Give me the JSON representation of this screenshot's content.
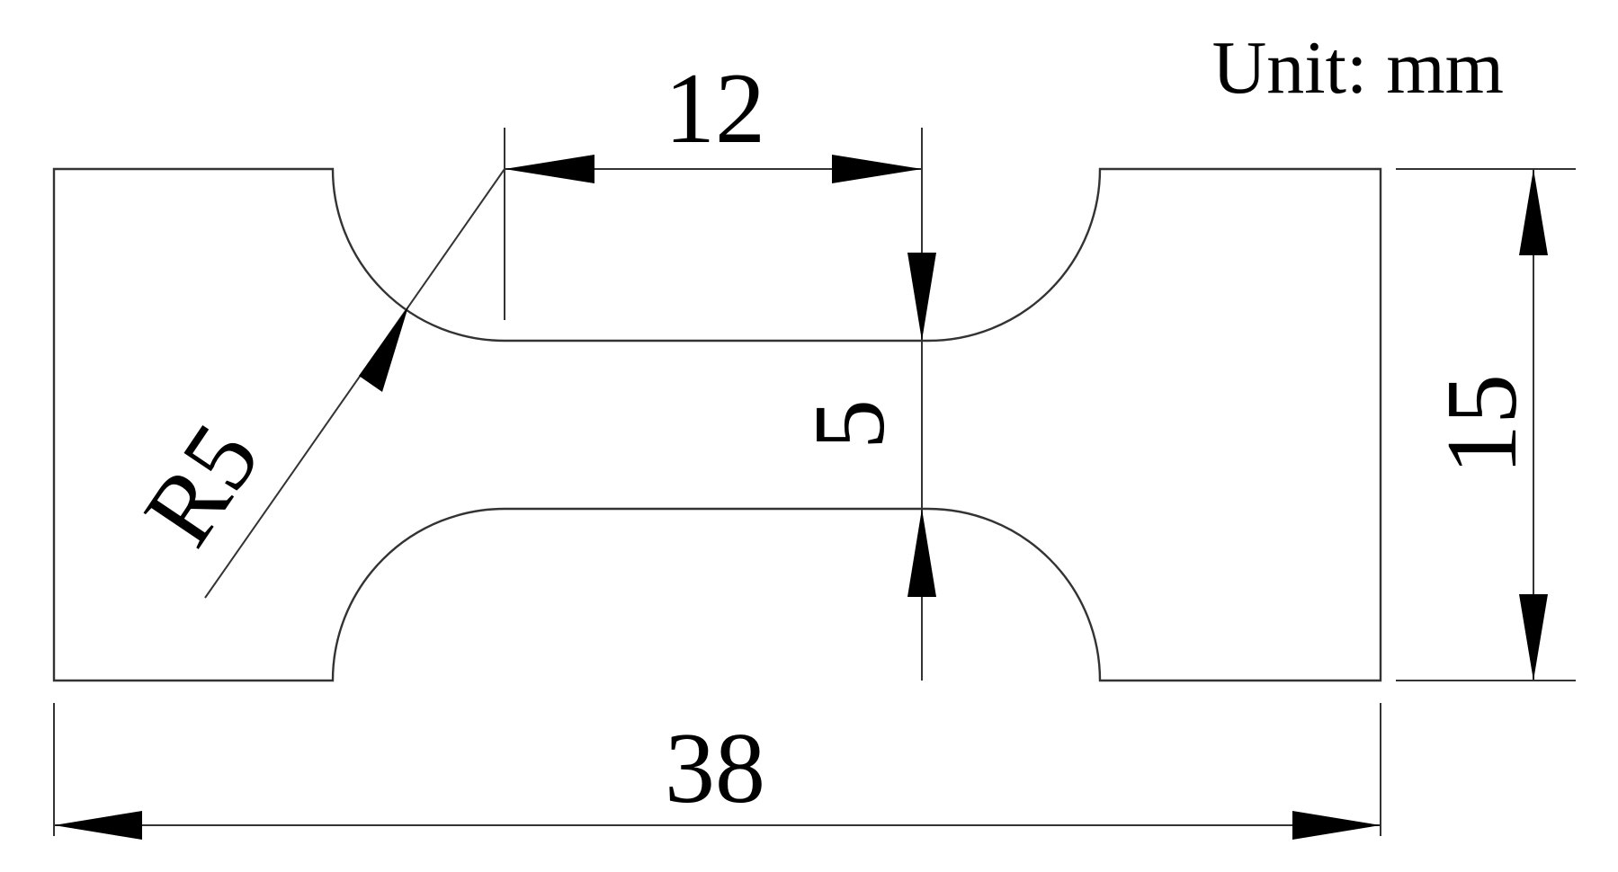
{
  "unit_label": "Unit: mm",
  "dimensions": {
    "gauge_length": "12",
    "gauge_width": "5",
    "overall_width": "15",
    "overall_length": "38",
    "fillet_radius": "R5"
  },
  "colors": {
    "outline": "#333333",
    "arrow": "#000000",
    "background": "#ffffff"
  }
}
